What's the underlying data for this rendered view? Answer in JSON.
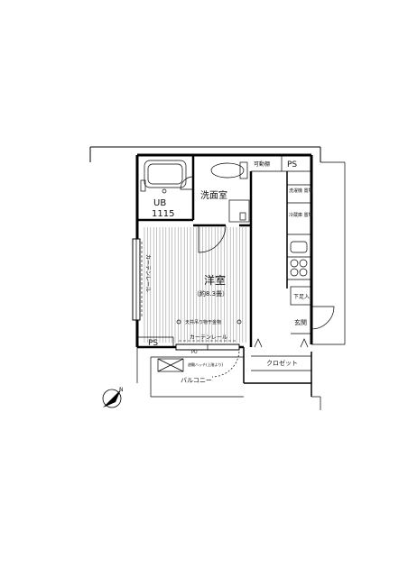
{
  "labels": {
    "movable_shelf": "可動棚",
    "ps_top": "PS",
    "ub": "UB",
    "ub_size": "1115",
    "washroom": "洗面室",
    "washer_space": "洗濯機\n置場",
    "fridge_space": "冷蔵庫\n置場",
    "western_room": "洋室",
    "room_size": "（約8.3畳）",
    "curtain_rail_side": "カーテンレール",
    "curtain_rail_bottom": "カーテンレール",
    "ceiling_hanger": "天井吊り物干金物",
    "shoe_cabinet": "下足入",
    "entrance": "玄関",
    "ps_bottom": "PS",
    "closet": "クロゼット",
    "balcony": "バルコニー",
    "hatch": "避難ハッチ(上階より)",
    "pu": "PU",
    "north": "N"
  },
  "colors": {
    "wall": "#000000",
    "floor_line": "#9a9a9a"
  }
}
